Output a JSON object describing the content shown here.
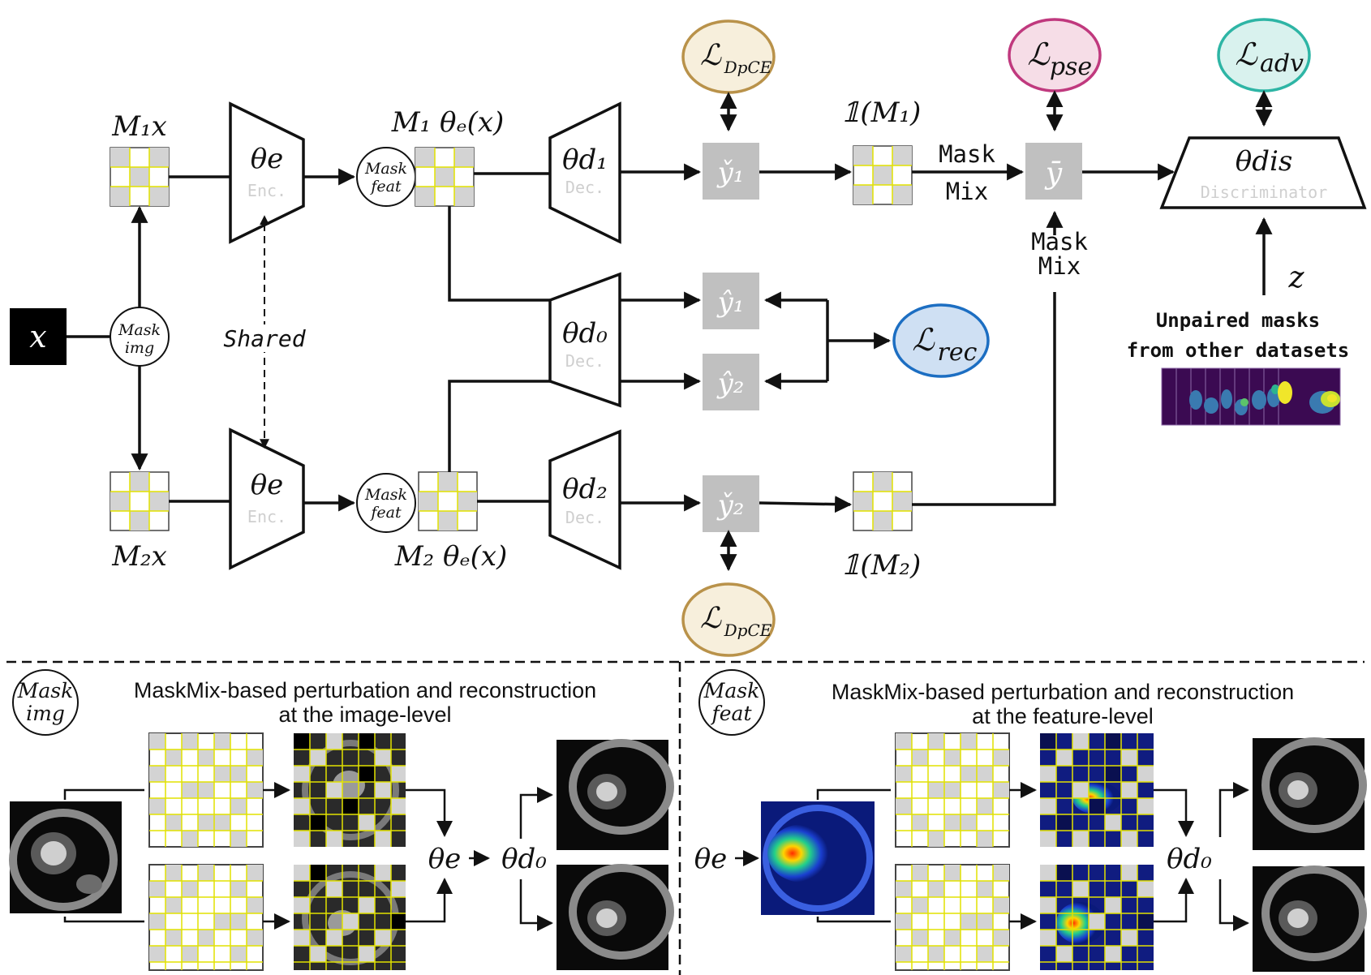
{
  "top": {
    "input_x": "x",
    "mask_img_line1": "Mask",
    "mask_img_line2": "img",
    "mask_feat_line1": "Mask",
    "mask_feat_line2": "feat",
    "m1x": "M₁x",
    "m2x": "M₂x",
    "encoder_symbol": "θe",
    "encoder_faint": "Enc.",
    "shared": "Shared",
    "m1_theta": "M₁ θₑ(x)",
    "m2_theta": "M₂ θₑ(x)",
    "dec1_symbol": "θd₁",
    "dec2_symbol": "θd₂",
    "dec0_symbol": "θd₀",
    "decoder_faint": "Dec.",
    "ycheck1": "y̌₁",
    "ycheck2": "y̌₂",
    "yhat1": "ŷ₁",
    "yhat2": "ŷ₂",
    "ybar": "ȳ",
    "ind_m1": "𝟙(M₁)",
    "ind_m2": "𝟙(M₂)",
    "maskmix_a1": "Mask",
    "maskmix_a2": "Mix",
    "maskmix_b1": "Mask",
    "maskmix_b2": "Mix",
    "disc_symbol": "θdis",
    "disc_faint": "Discriminator",
    "z": "z",
    "unpaired_line1": "Unpaired masks",
    "unpaired_line2": "from other datasets"
  },
  "losses": {
    "dpce_top": "ℒ",
    "dpce_sub": "DpCE",
    "pse": "ℒ",
    "pse_sub": "pse",
    "adv": "ℒ",
    "adv_sub": "adv",
    "rec": "ℒ",
    "rec_sub": "rec",
    "dpce_bottom": "ℒ",
    "dpce_bottom_sub": "DpCE"
  },
  "bottom_left": {
    "badge_line1": "Mask",
    "badge_line2": "img",
    "title_line1": "MaskMix-based perturbation and reconstruction",
    "title_line2": "at the image-level",
    "encoder": "θe",
    "decoder": "θd₀"
  },
  "bottom_right": {
    "badge_line1": "Mask",
    "badge_line2": "feat",
    "title_line1": "MaskMix-based perturbation and reconstruction",
    "title_line2": "at the feature-level",
    "encoder": "θe",
    "decoder": "θd₀"
  },
  "colors": {
    "dpce_fill": "#f7efdc",
    "dpce_stroke": "#b9924a",
    "pse_fill": "#f6dde7",
    "pse_stroke": "#c0397e",
    "adv_fill": "#d9f2ee",
    "adv_stroke": "#2eb5a5",
    "rec_fill": "#cfe0f3",
    "rec_stroke": "#1c6ec2",
    "grid_line": "#e2e200",
    "grid_gray": "#d3d3d3",
    "box_gray": "#c0c0c0"
  }
}
